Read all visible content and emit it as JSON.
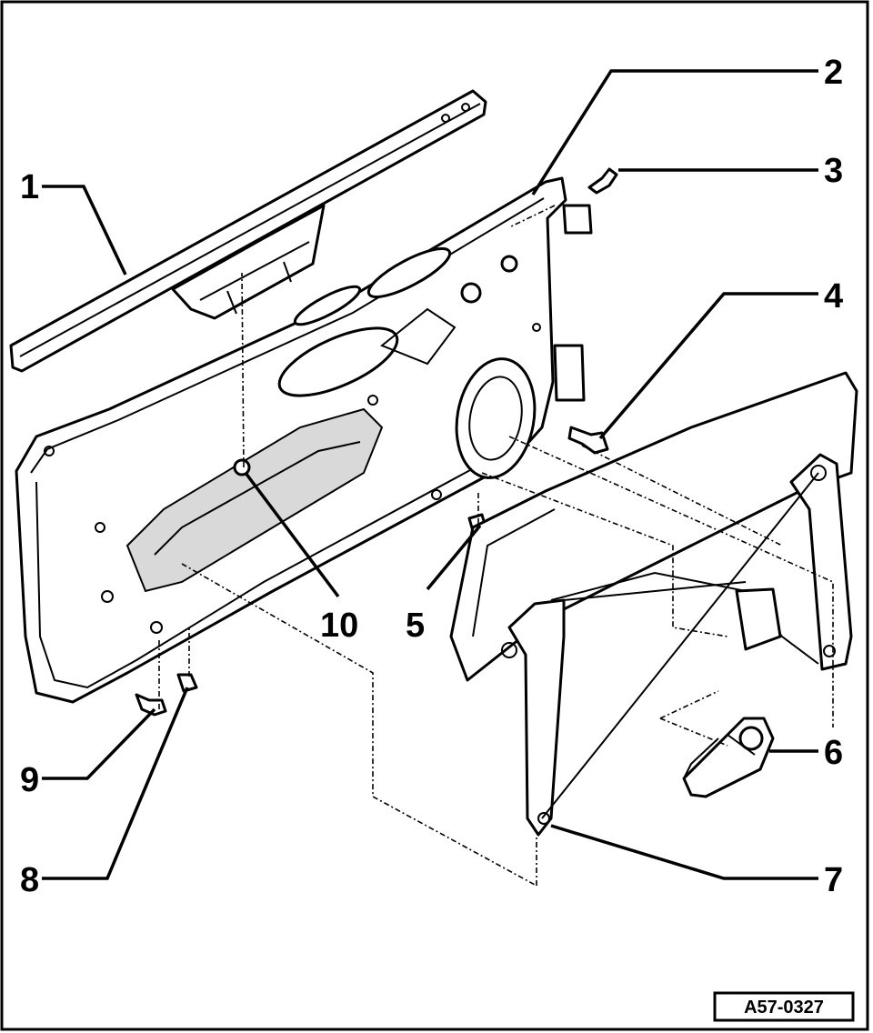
{
  "callouts": {
    "c1": "1",
    "c2": "2",
    "c3": "3",
    "c4": "4",
    "c5": "5",
    "c6": "6",
    "c7": "7",
    "c8": "8",
    "c9": "9",
    "c10": "10"
  },
  "reference_code": "A57-0327"
}
